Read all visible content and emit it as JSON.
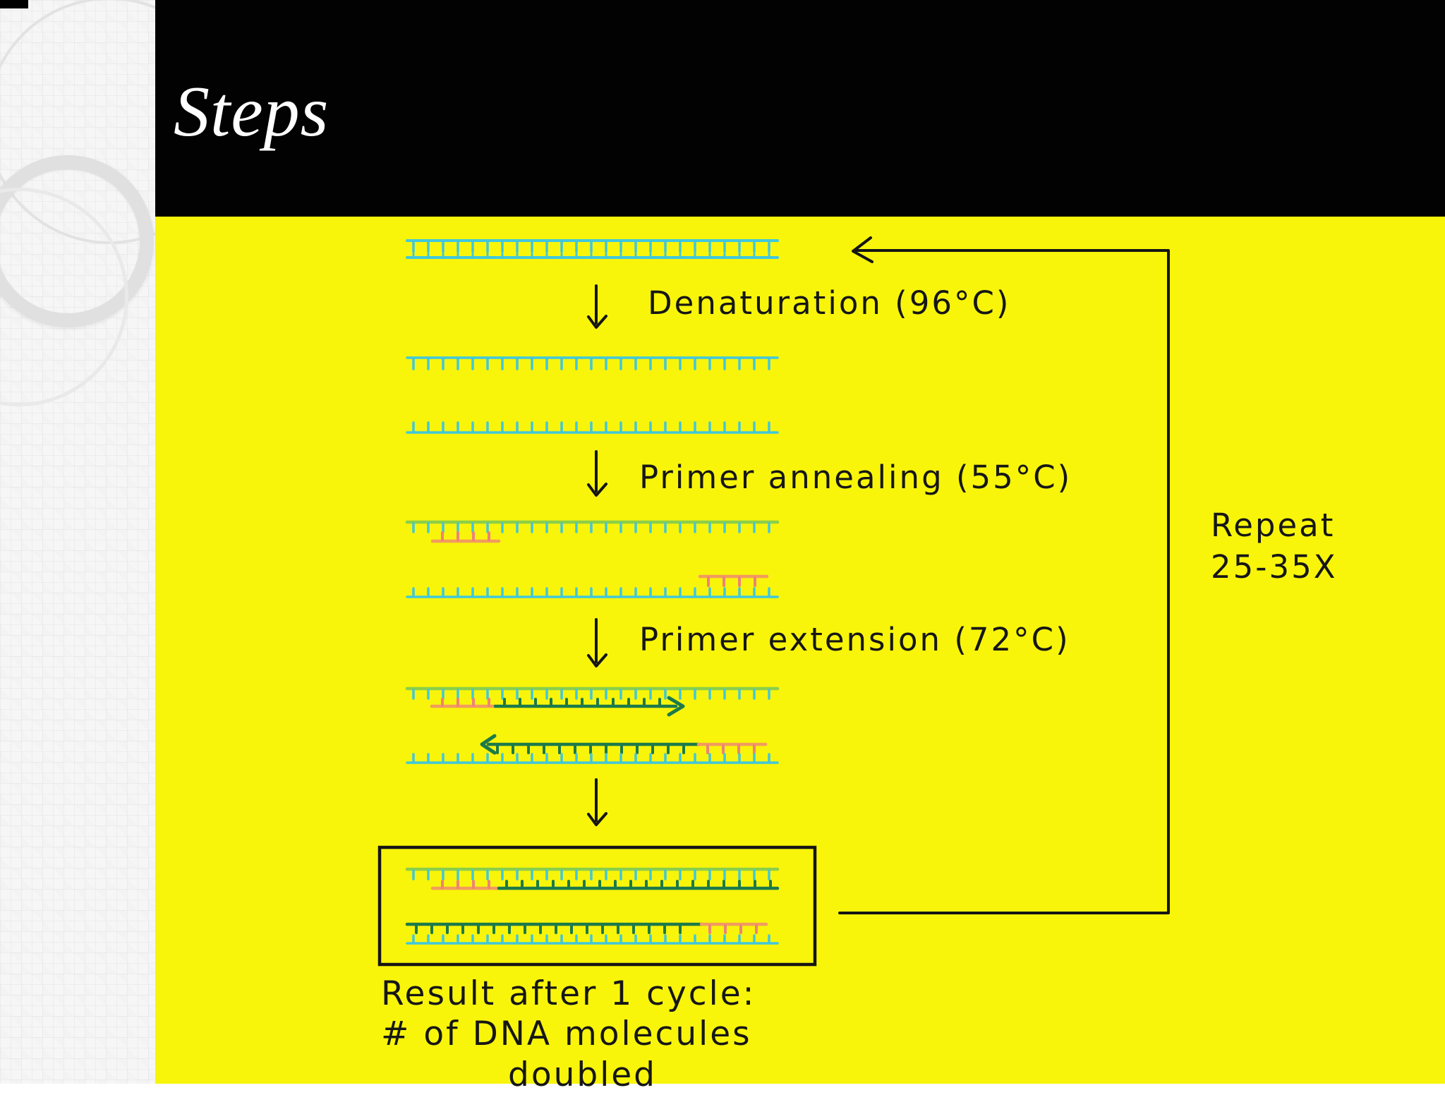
{
  "slide": {
    "title": "Steps"
  },
  "diagram": {
    "labels": {
      "denaturation": "Denaturation (96°C)",
      "annealing": "Primer annealing (55°C)",
      "extension": "Primer extension (72°C)",
      "repeat_line1": "Repeat",
      "repeat_line2": "25-35X",
      "result_line1": "Result after 1 cycle:",
      "result_line2": "# of DNA molecules",
      "result_line3": "doubled"
    },
    "colors": {
      "background": "#F8F50A",
      "header": "#020202",
      "template_cyan": "#41C7DB",
      "template_green": "#8CCE49",
      "new_strand_green": "#1C7A4A",
      "primer_orange": "#F29B5F",
      "primer_tick": "#EE8375",
      "ink": "#151515"
    }
  }
}
